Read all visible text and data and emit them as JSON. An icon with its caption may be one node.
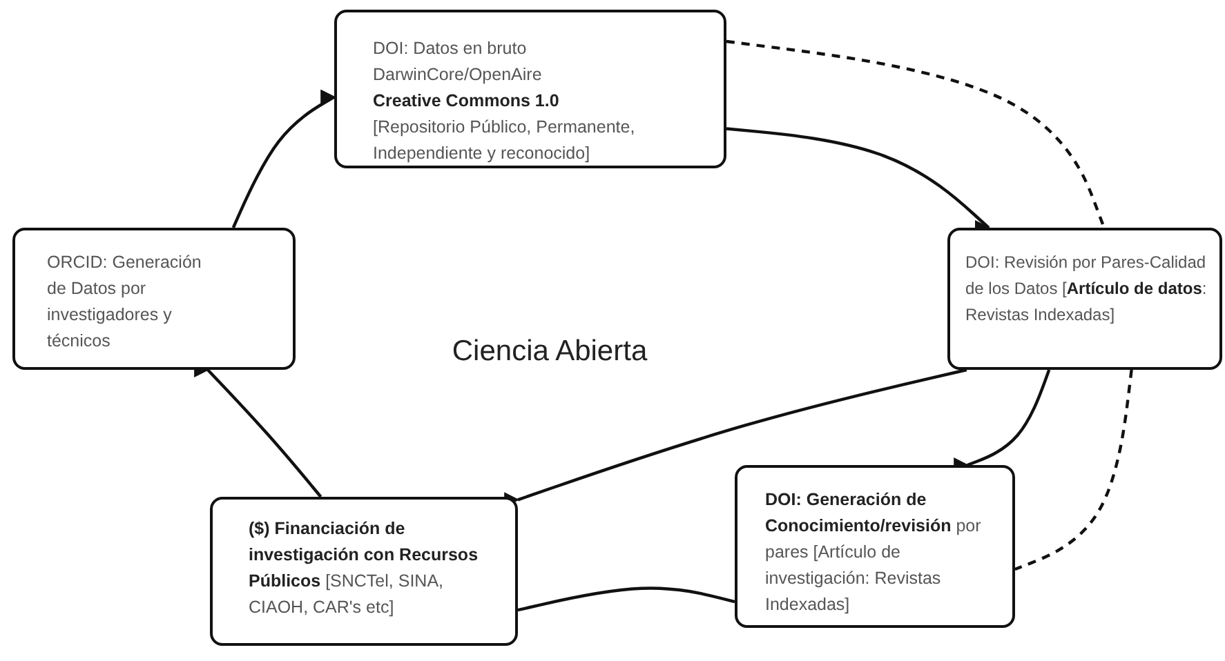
{
  "diagram": {
    "nodes": [
      {
        "text": [
          "DOI: Datos en bruto DarwinCore/OpenAire **Creative Commons 1.0** [Repositorio Público, Permanente, Independiente y reconocido]"
        ]
      },
      {
        "text": [
          "ORCID: Generación de Datos por investigadores y técnicos"
        ]
      },
      {
        "text": [
          "DOI: Revisión por Pares-Calidad de los Datos [**Artículo de datos**: Revistas Indexadas]"
        ]
      },
      {
        "text": [
          "**DOI: Generación de Conocimiento/revisión** por pares [Artículo de investigación: Revistas Indexadas]"
        ]
      },
      {
        "text": [
          "**($) Financiación de investigación con Recursos Públicos** [SNCTel, SINA, CIAOH, CAR's etc]"
        ]
      }
    ],
    "edges": [
      {
        "from": 1,
        "to": 0,
        "arrow": "to"
      },
      {
        "from": 0,
        "to": 2,
        "arrow": "to"
      },
      {
        "from": 0,
        "to": 2,
        "arrow": "none",
        "style": "dashed"
      },
      {
        "from": 2,
        "to": 3,
        "arrow": "to"
      },
      {
        "from": 2,
        "to": 3,
        "arrow": "to",
        "style": "dashed"
      },
      {
        "from": 2,
        "to": 4,
        "arrow": "to"
      },
      {
        "from": 3,
        "to": 4,
        "arrow": "to"
      },
      {
        "from": 4,
        "to": 1,
        "arrow": "to"
      }
    ],
    "labels": [
      "Ciencia Abierta"
    ]
  }
}
